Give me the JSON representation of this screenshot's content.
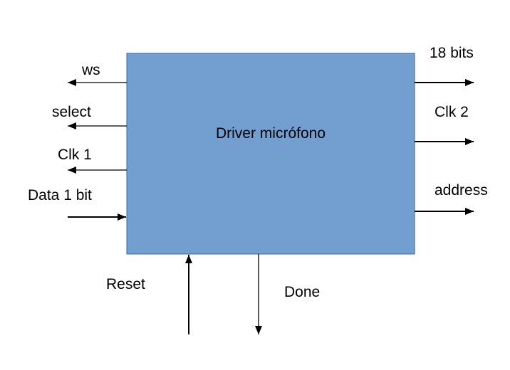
{
  "block": {
    "title": "Driver micrófono",
    "fill_color": "#729fcf",
    "border_color": "#3465a4"
  },
  "signals": {
    "ws": "ws",
    "select": "select",
    "clk1": "Clk 1",
    "data_in": "Data 1 bit",
    "bits18": "18 bits",
    "clk2": "Clk 2",
    "address": "address",
    "reset": "Reset",
    "done": "Done"
  }
}
